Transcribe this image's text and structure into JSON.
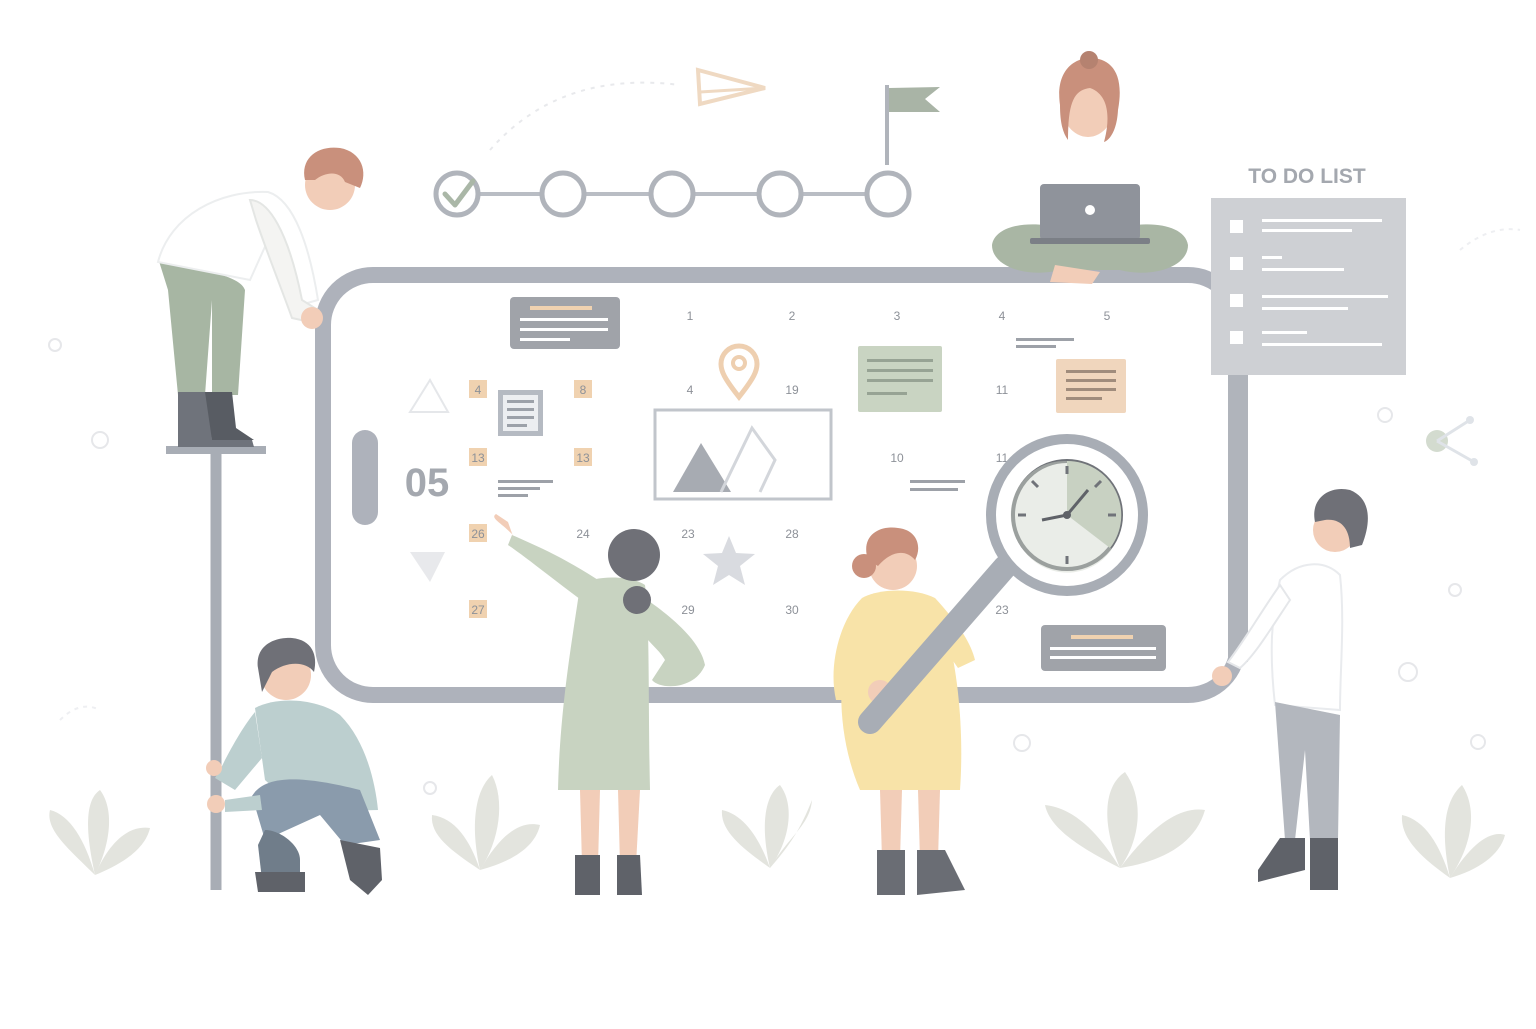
{
  "todo": {
    "title": "TO DO LIST",
    "items": [
      {},
      {},
      {},
      {}
    ]
  },
  "calendar": {
    "big_date": "05",
    "numbers": [
      "1",
      "2",
      "3",
      "4",
      "5",
      "4",
      "8",
      "4",
      "19",
      "11",
      "13",
      "13",
      "10",
      "11",
      "26",
      "24",
      "23",
      "28",
      "27",
      "29",
      "30",
      "23"
    ]
  },
  "progress": {
    "steps_total": 5,
    "steps_done": 1
  },
  "colors": {
    "outline": "#a8aeb8",
    "card_gray": "#9c9fa6",
    "accent_orange": "#f0d2b0",
    "accent_green": "#c9d4c2",
    "skin": "#f2cdb8",
    "hair_brown": "#c9907c",
    "hair_gray": "#6f7077",
    "plant": "#e3e4de"
  }
}
